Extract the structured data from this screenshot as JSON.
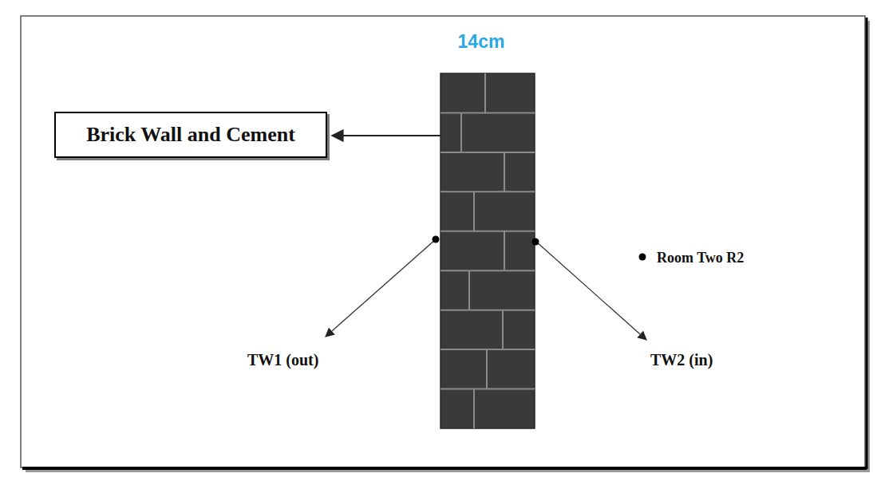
{
  "diagram": {
    "nodes": [
      {
        "text": [
          "Brick Wall and Cement"
        ]
      }
    ],
    "labels": [
      "14cm",
      "TW1 (out)",
      "TW2 (in)",
      "Room Two R2"
    ]
  }
}
